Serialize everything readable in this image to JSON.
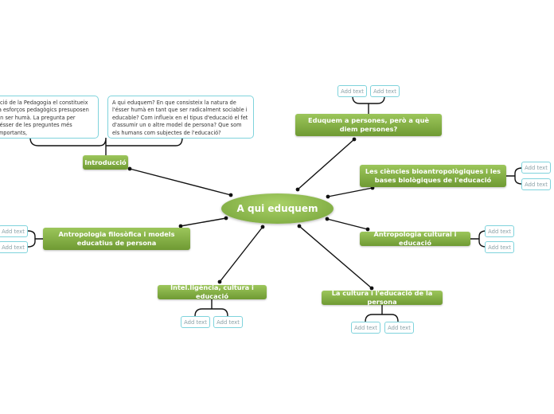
{
  "root": {
    "label": "A qui eduquem"
  },
  "topics": {
    "intro": "Introducció",
    "persons": "Eduquem a persones, però a què diem persones?",
    "bio": "Les ciències bioantropològiques i les bases biològiques de l'educació",
    "anthro_cultural": "Antropologia cultural i educació",
    "culture_person": "La cultura i l'educació de la persona",
    "intel": "Intel.ligència, cultura i educació",
    "philo": "Antropologia filosòfica i models educatius de persona"
  },
  "notes": {
    "left": "ació de la Pedagogia el constitueix la esforços pedagògics presuposen un ser humà. La pregunta per l'ésser de les preguntes més importants,",
    "right": "A qui eduquem? En que consisteix la natura de l'ésser humà en tant que ser radicalment sociable i educable? Com influeix en el tipus d'educació el fet d'assumir un o altre model de persona? Que som els humans com subjectes de l'educació?"
  },
  "placeholder": "Add text",
  "colors": {
    "topic": "#86b146",
    "line": "#111111",
    "placeholder_border": "#7fd3dc"
  }
}
